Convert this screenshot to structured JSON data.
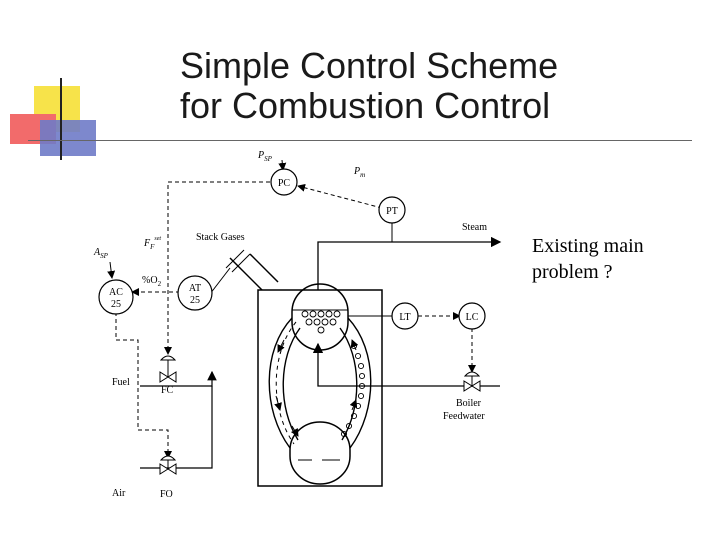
{
  "slide": {
    "title_line1": "Simple Control Scheme",
    "title_line2": "for Combustion Control",
    "note_line1": "Existing main",
    "note_line2": "problem ?"
  },
  "diagram": {
    "pc": "PC",
    "pt": "PT",
    "lt": "LT",
    "lc": "LC",
    "ac": "AC",
    "ac_num": "25",
    "at": "AT",
    "at_num": "25",
    "fc": "FC",
    "fo": "FO",
    "psp": "P",
    "psp_sub": "SP",
    "pm": "P",
    "pm_sub": "m",
    "asp": "A",
    "asp_sub": "SP",
    "ff": "F",
    "ff_sub": "F",
    "ff_sup": "set",
    "stack_gases": "Stack Gases",
    "o2": "%O",
    "o2_sub": "2",
    "steam": "Steam",
    "fuel": "Fuel",
    "air": "Air",
    "boiler": "Boiler",
    "feedwater": "Feedwater"
  },
  "colors": {
    "yellow": "#f7e34a",
    "red": "#f26b6b",
    "blue": "#6f7bc8"
  }
}
